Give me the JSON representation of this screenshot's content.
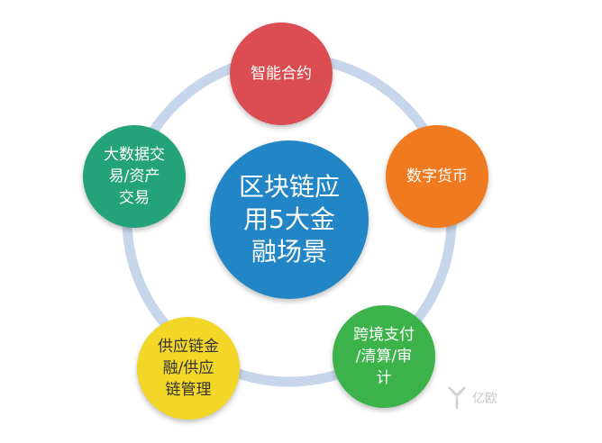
{
  "diagram": {
    "center": {
      "label": "区块链应\n用5大金\n融场景",
      "color": "#2185c6"
    },
    "nodes": [
      {
        "key": "top",
        "label": "智能合约",
        "color": "#dc4d52",
        "text_color": "#ffffff"
      },
      {
        "key": "right",
        "label": "数字货币",
        "color": "#f07a1f",
        "text_color": "#ffffff"
      },
      {
        "key": "br",
        "label": "跨境支付\n/清算/审\n计",
        "color": "#3bb34a",
        "text_color": "#ffffff"
      },
      {
        "key": "bl",
        "label": "供应链金\n融/供应\n链管理",
        "color": "#f2d628",
        "text_color": "#333333"
      },
      {
        "key": "left",
        "label": "大数据交\n易/资产\n交易",
        "color": "#24a37a",
        "text_color": "#ffffff"
      }
    ],
    "ring_color": "#c7d6ea"
  },
  "watermark": {
    "text": "亿欧"
  }
}
